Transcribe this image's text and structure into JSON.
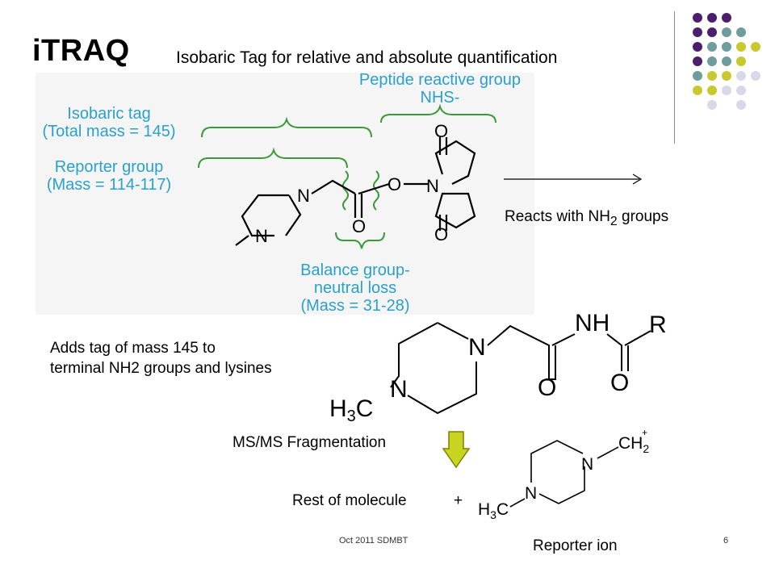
{
  "slide": {
    "title": "iTRAQ",
    "subtitle": "Isobaric Tag for relative and absolute quantification",
    "footer_left": "Oct 2011 SDMBT",
    "page_number": "6"
  },
  "diagram": {
    "isobaric_tag_label_1": "Isobaric tag",
    "isobaric_tag_label_2": "(Total mass = 145)",
    "reporter_label_1": "Reporter group",
    "reporter_label_2": "(Mass = 114-117)",
    "peptide_reactive_1": "Peptide reactive group",
    "peptide_reactive_2": "NHS-",
    "balance_label_1": "Balance group-",
    "balance_label_2": "neutral loss",
    "balance_label_3": "(Mass = 31-28)"
  },
  "annotations": {
    "reacts_with_prefix": "Reacts with NH",
    "reacts_with_sub": "2",
    "reacts_with_suffix": " groups",
    "adds_tag_line1": "Adds tag of mass 145 to",
    "adds_tag_line2": "terminal NH2 groups and lysines",
    "fragmentation": "MS/MS Fragmentation",
    "rest_of_molecule": "Rest of molecule",
    "plus": "+",
    "reporter_ion": "Reporter ion"
  },
  "colors": {
    "label_blue": "#2aa0cc",
    "bracket_green": "#3a9a3a",
    "wavy_green": "#3a9a3a",
    "dot_purple": "#4b1f6b",
    "dot_teal": "#6f9c9c",
    "dot_olive": "#c8c830",
    "dot_lavender": "#d8d8e8",
    "arrow_fill": "#c8d420"
  }
}
